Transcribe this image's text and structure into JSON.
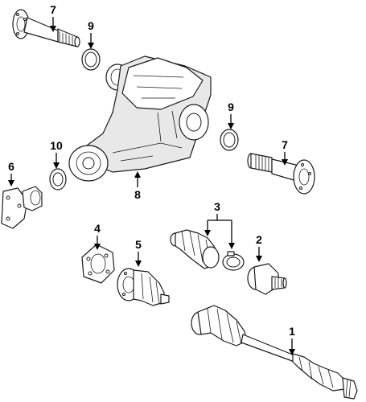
{
  "diagram": {
    "callouts": [
      {
        "id": "c7a",
        "label": "7"
      },
      {
        "id": "c9a",
        "label": "9"
      },
      {
        "id": "c9b",
        "label": "9"
      },
      {
        "id": "c7b",
        "label": "7"
      },
      {
        "id": "c10",
        "label": "10"
      },
      {
        "id": "c6",
        "label": "6"
      },
      {
        "id": "c8",
        "label": "8"
      },
      {
        "id": "c3",
        "label": "3"
      },
      {
        "id": "c2",
        "label": "2"
      },
      {
        "id": "c4",
        "label": "4"
      },
      {
        "id": "c5",
        "label": "5"
      },
      {
        "id": "c1",
        "label": "1"
      }
    ],
    "parts": [
      {
        "callout": "7",
        "name": "stub-shaft-left"
      },
      {
        "callout": "9",
        "name": "seal-upper"
      },
      {
        "callout": "9",
        "name": "seal-right"
      },
      {
        "callout": "7",
        "name": "stub-shaft-right"
      },
      {
        "callout": "10",
        "name": "seal-left"
      },
      {
        "callout": "6",
        "name": "flange-left"
      },
      {
        "callout": "8",
        "name": "differential-housing"
      },
      {
        "callout": "3",
        "name": "boot-kit"
      },
      {
        "callout": "2",
        "name": "outer-cv-joint"
      },
      {
        "callout": "4",
        "name": "flange"
      },
      {
        "callout": "5",
        "name": "inner-cv-joint"
      },
      {
        "callout": "1",
        "name": "axle-assembly"
      }
    ]
  }
}
